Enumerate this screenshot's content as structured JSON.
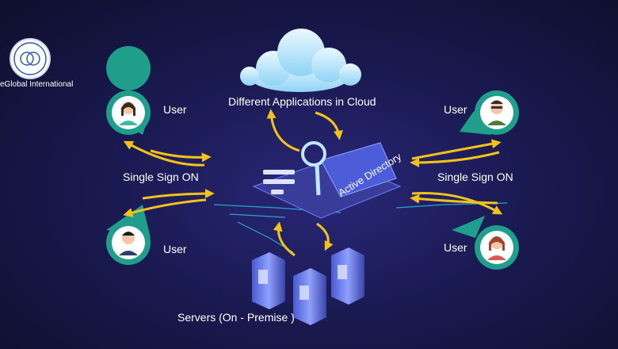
{
  "logo": {
    "text": "eGlobal International",
    "icon": "logo-emblem-icon"
  },
  "cloud": {
    "label": "Different Applications in Cloud",
    "icon": "cloud-icon"
  },
  "center": {
    "label": "Active Directory",
    "icon": "laptop-magnifier-icon"
  },
  "servers": {
    "label": "Servers (On - Premise )",
    "icon": "server-rack-icon"
  },
  "users": [
    {
      "label": "User",
      "position": "top-left",
      "avatar": "woman-avatar-icon"
    },
    {
      "label": "User",
      "position": "bottom-left",
      "avatar": "man-avatar-icon"
    },
    {
      "label": "User",
      "position": "top-right",
      "avatar": "man-glasses-avatar-icon"
    },
    {
      "label": "User",
      "position": "bottom-right",
      "avatar": "woman-avatar-icon"
    }
  ],
  "sso": {
    "left": "Single Sign ON",
    "right": "Single Sign ON"
  },
  "colors": {
    "background": "#1a1a52",
    "pin": "#1f9e8c",
    "arrow": "#f2c21b",
    "cloud": "#bfe8fb",
    "text": "#ffffff"
  }
}
